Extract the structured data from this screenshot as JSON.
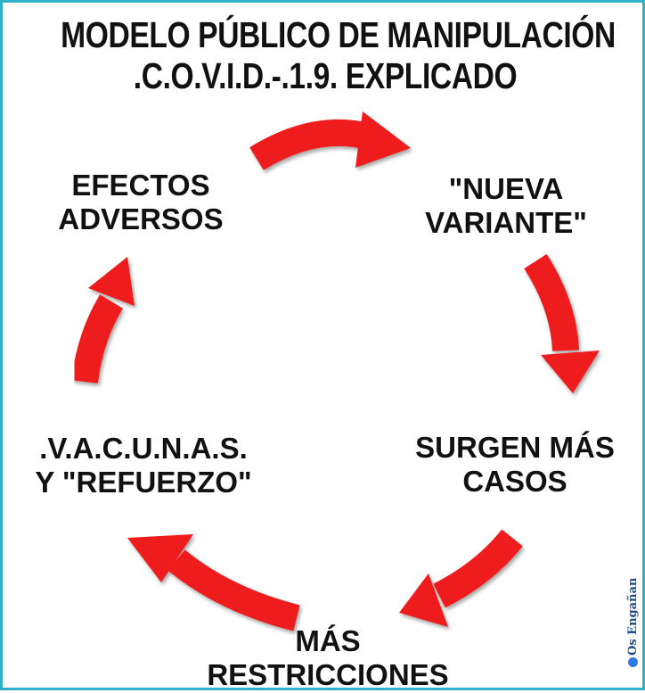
{
  "title": {
    "line1": "MODELO PÚBLICO DE MANIPULACIÓN",
    "line2": ".C.O.V.I.D.-.1.9. EXPLICADO"
  },
  "cycle": {
    "efectos": [
      "EFECTOS",
      "ADVERSOS"
    ],
    "nueva_variante": [
      "\"NUEVA",
      "VARIANTE\""
    ],
    "surgen_casos": [
      "SURGEN MÁS",
      "CASOS"
    ],
    "mas_restricciones": [
      "MÁS",
      "RESTRICCIONES"
    ],
    "vacunas": [
      ".V.A.C.U.N.A.S.",
      "Y \"REFUERZO\""
    ]
  },
  "arrow_color": "#ee1a1a",
  "watermark": "Os Engañan"
}
